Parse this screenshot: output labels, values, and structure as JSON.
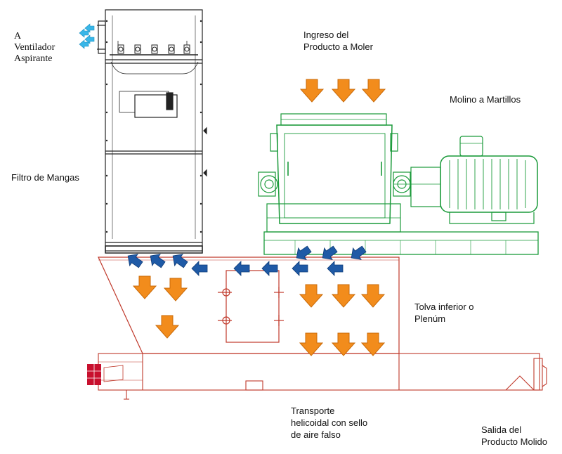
{
  "labels": {
    "fan": [
      "A",
      "Ventilador",
      "Aspirante"
    ],
    "inlet": [
      "Ingreso del",
      "Producto a Moler"
    ],
    "mill": "Molino a Martillos",
    "filter": "Filtro de Mangas",
    "hopper": [
      "Tolva inferior o",
      "Plenúm"
    ],
    "conveyor": [
      "Transporte",
      "helicoidal con sello",
      "de aire falso"
    ],
    "outlet": [
      "Salida del",
      "Producto Molido"
    ]
  },
  "colors": {
    "filter_lines": "#222222",
    "mill_lines": "#1a9a3a",
    "hopper_lines": "#c0392b",
    "product_arrow": "#f28c1c",
    "air_arrow": "#1f5aa6",
    "fan_arrow": "#38b6e8"
  }
}
